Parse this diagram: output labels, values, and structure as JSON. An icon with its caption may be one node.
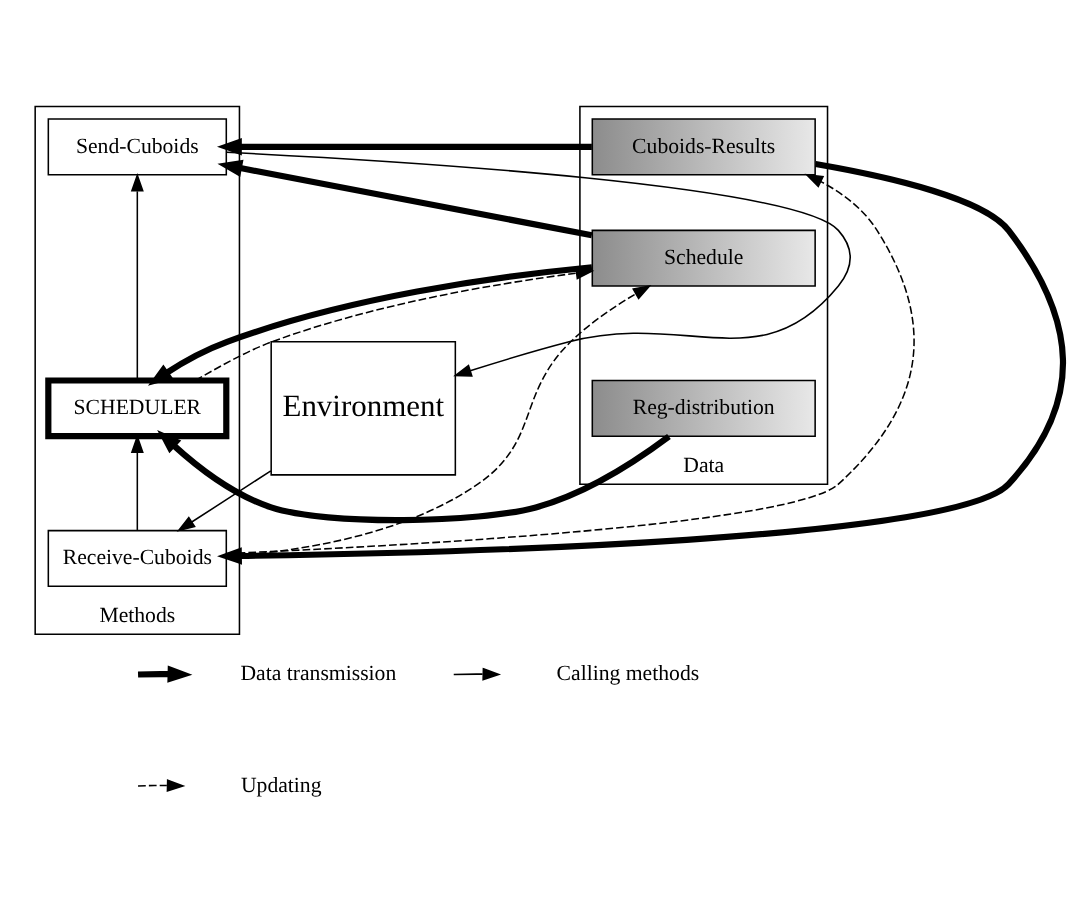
{
  "diagram": {
    "nodes": [
      {
        "text": [
          "Environment"
        ]
      },
      {
        "text": [
          "Methods"
        ]
      },
      {
        "text": [
          "Data"
        ]
      },
      {
        "text": [
          "Send-Cuboids"
        ],
        "in": 1
      },
      {
        "text": [
          "Cuboids-Results"
        ],
        "in": 2
      },
      {
        "text": [
          "Schedule"
        ],
        "in": 2
      },
      {
        "text": [
          "SCHEDULER"
        ],
        "in": 1
      },
      {
        "text": [
          "Reg-distribution"
        ],
        "in": 2
      },
      {
        "text": [
          "Receive-Cuboids"
        ],
        "in": 1
      }
    ],
    "edges": [
      {
        "from": 3,
        "to": 0,
        "arrow": "to"
      },
      {
        "from": 0,
        "to": 8,
        "arrow": "to"
      },
      {
        "from": 4,
        "to": 3,
        "arrow": "to",
        "style": "thick"
      },
      {
        "from": 6,
        "to": 3,
        "arrow": "to"
      },
      {
        "from": 5,
        "to": 3,
        "arrow": "to",
        "style": "thick"
      },
      {
        "from": 5,
        "to": 6,
        "arrow": "to",
        "style": "thick"
      },
      {
        "from": 6,
        "to": 5,
        "arrow": "to",
        "style": "dashed"
      },
      {
        "from": 7,
        "to": 6,
        "arrow": "to",
        "style": "thick"
      },
      {
        "from": 8,
        "to": 6,
        "arrow": "to"
      },
      {
        "from": 4,
        "to": 8,
        "arrow": "to",
        "style": "thick"
      },
      {
        "from": 8,
        "to": 4,
        "arrow": "to",
        "style": "dashed"
      },
      {
        "from": 8,
        "to": 5,
        "arrow": "to",
        "style": "dashed"
      }
    ],
    "legend": [
      {
        "text": "Data transmission"
      },
      {
        "text": "Calling methods"
      },
      {
        "text": "Updating"
      }
    ]
  }
}
